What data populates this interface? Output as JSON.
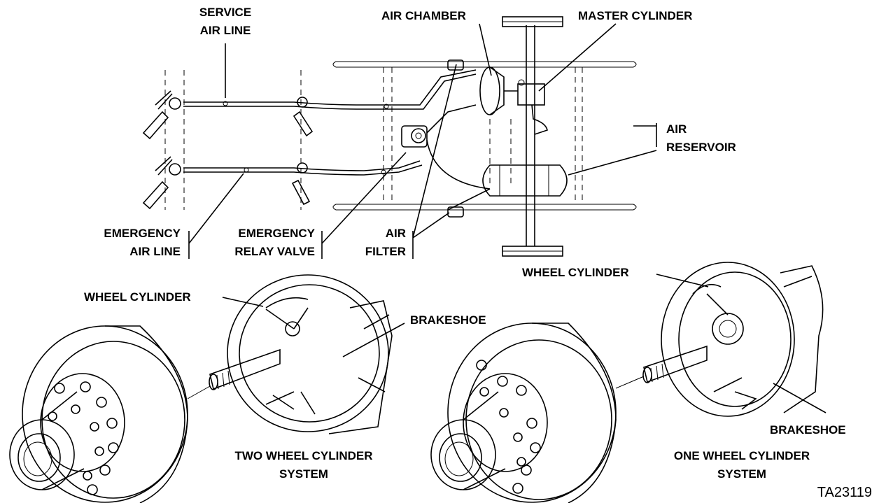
{
  "labels": {
    "service_air_line_1": "SERVICE",
    "service_air_line_2": "AIR LINE",
    "air_chamber": "AIR CHAMBER",
    "master_cylinder": "MASTER CYLINDER",
    "air_reservoir_1": "AIR",
    "air_reservoir_2": "RESERVOIR",
    "emergency_air_line_1": "EMERGENCY",
    "emergency_air_line_2": "AIR LINE",
    "emergency_relay_valve_1": "EMERGENCY",
    "emergency_relay_valve_2": "RELAY VALVE",
    "air_filter_1": "AIR",
    "air_filter_2": "FILTER",
    "wheel_cylinder_left": "WHEEL CYLINDER",
    "brakeshoe_left": "BRAKESHOE",
    "two_wheel_1": "TWO WHEEL CYLINDER",
    "two_wheel_2": "SYSTEM",
    "wheel_cylinder_right": "WHEEL CYLINDER",
    "brakeshoe_right": "BRAKESHOE",
    "one_wheel_1": "ONE WHEEL CYLINDER",
    "one_wheel_2": "SYSTEM",
    "figure_id": "TA23119"
  }
}
